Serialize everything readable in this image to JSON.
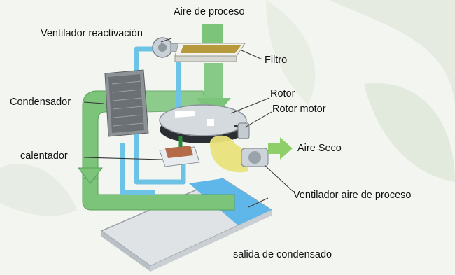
{
  "labels": {
    "process_air": "Aire de proceso",
    "reactivation_fan": "Ventilador reactivación",
    "filter": "Filtro",
    "condenser": "Condensador",
    "rotor": "Rotor",
    "rotor_motor": "Rotor motor",
    "dry_air": "Aire Seco",
    "heater": "calentador",
    "process_air_fan": "Ventilador aire de proceso",
    "condensate_outlet": "salida de condensado"
  },
  "colors": {
    "process_air_flow": "#7bc47a",
    "reactivation_loop": "#6cc3e6",
    "dry_air_flow": "#e8e27a",
    "heater": "#b56b47",
    "condensate_water": "#5fb6e8",
    "background_leaves": "#dfe8da"
  }
}
